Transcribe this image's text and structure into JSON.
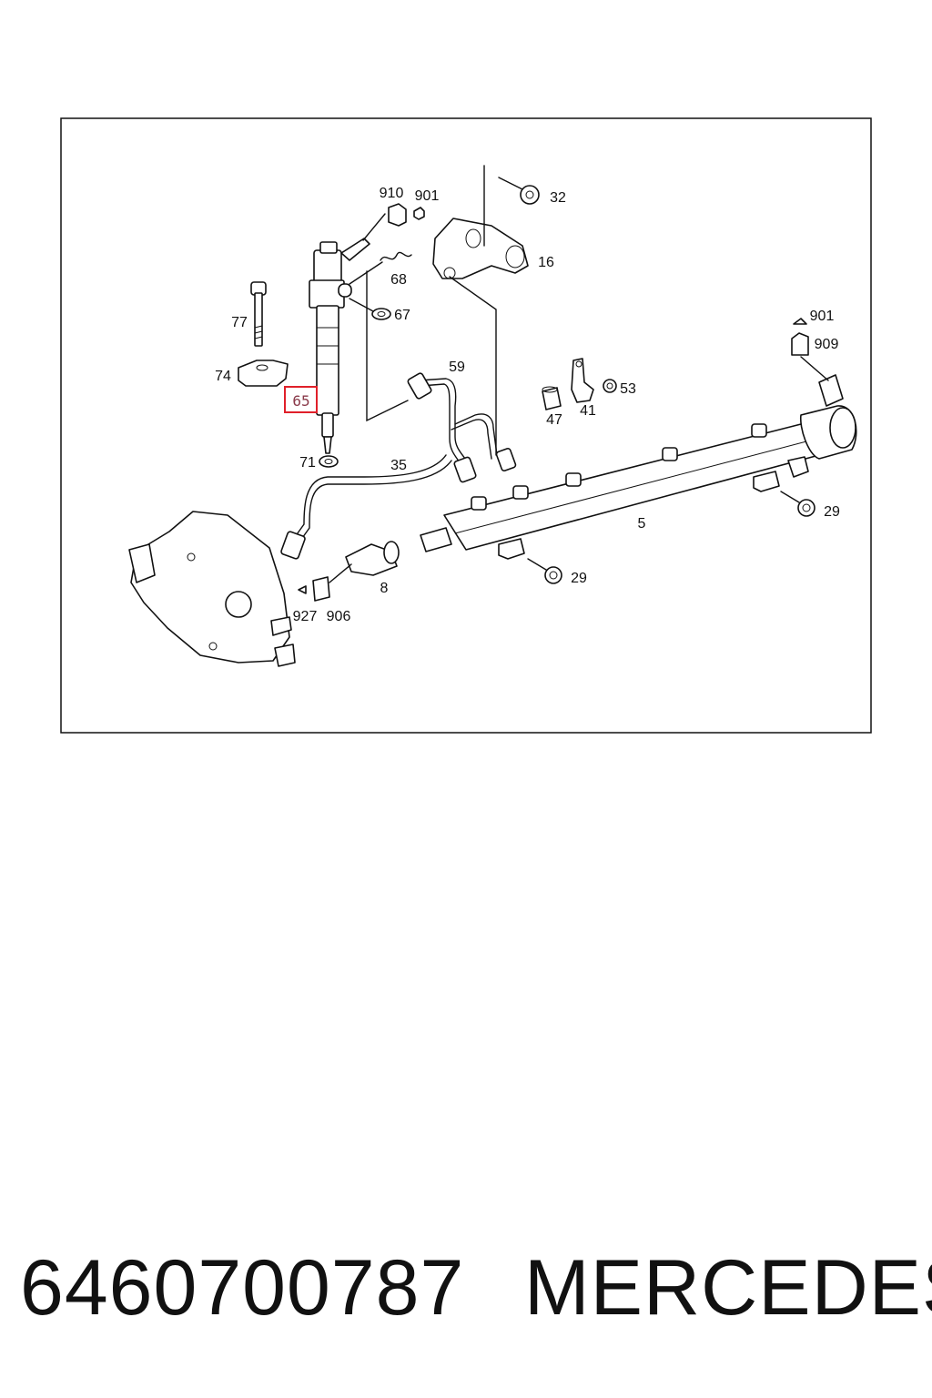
{
  "diagram": {
    "callouts": {
      "c910": "910",
      "c901a": "901",
      "c32": "32",
      "c16": "16",
      "c68": "68",
      "c67": "67",
      "c77": "77",
      "c74": "74",
      "c65": "65",
      "c59": "59",
      "c71": "71",
      "c35": "35",
      "c47": "47",
      "c41": "41",
      "c53": "53",
      "c901b": "901",
      "c909": "909",
      "c5": "5",
      "c29a": "29",
      "c29b": "29",
      "c8": "8",
      "c927": "927",
      "c906": "906"
    },
    "highlight_color": "#e0202a"
  },
  "footer": {
    "part_number": "6460700787",
    "brand": "MERCEDES"
  }
}
